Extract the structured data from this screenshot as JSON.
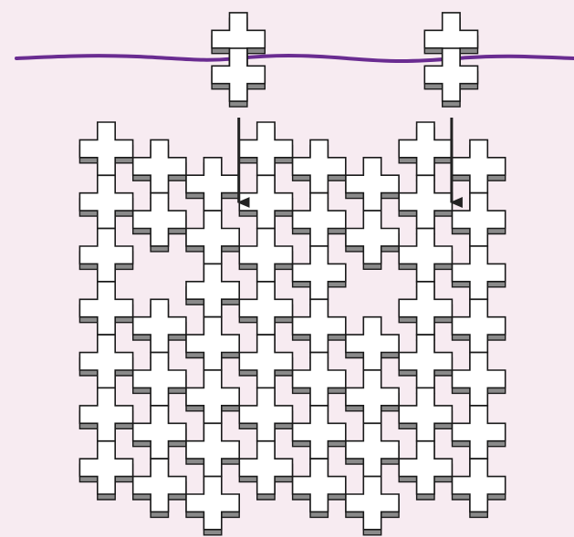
{
  "colors": {
    "background": "#f7ebf1",
    "string": "#6a2c91",
    "piece_fill": "#ffffff",
    "piece_outline": "#1a1a1a",
    "piece_shadow": "#8a8a8a",
    "arrow": "#222222"
  },
  "grid": {
    "columns": 8,
    "rows": 7,
    "missing_pieces": [
      {
        "row": 2,
        "col": 1
      },
      {
        "row": 2,
        "col": 5
      }
    ]
  },
  "hanging_pieces": [
    {
      "label": "",
      "target_col": 1
    },
    {
      "label": "",
      "target_col": 5
    }
  ]
}
